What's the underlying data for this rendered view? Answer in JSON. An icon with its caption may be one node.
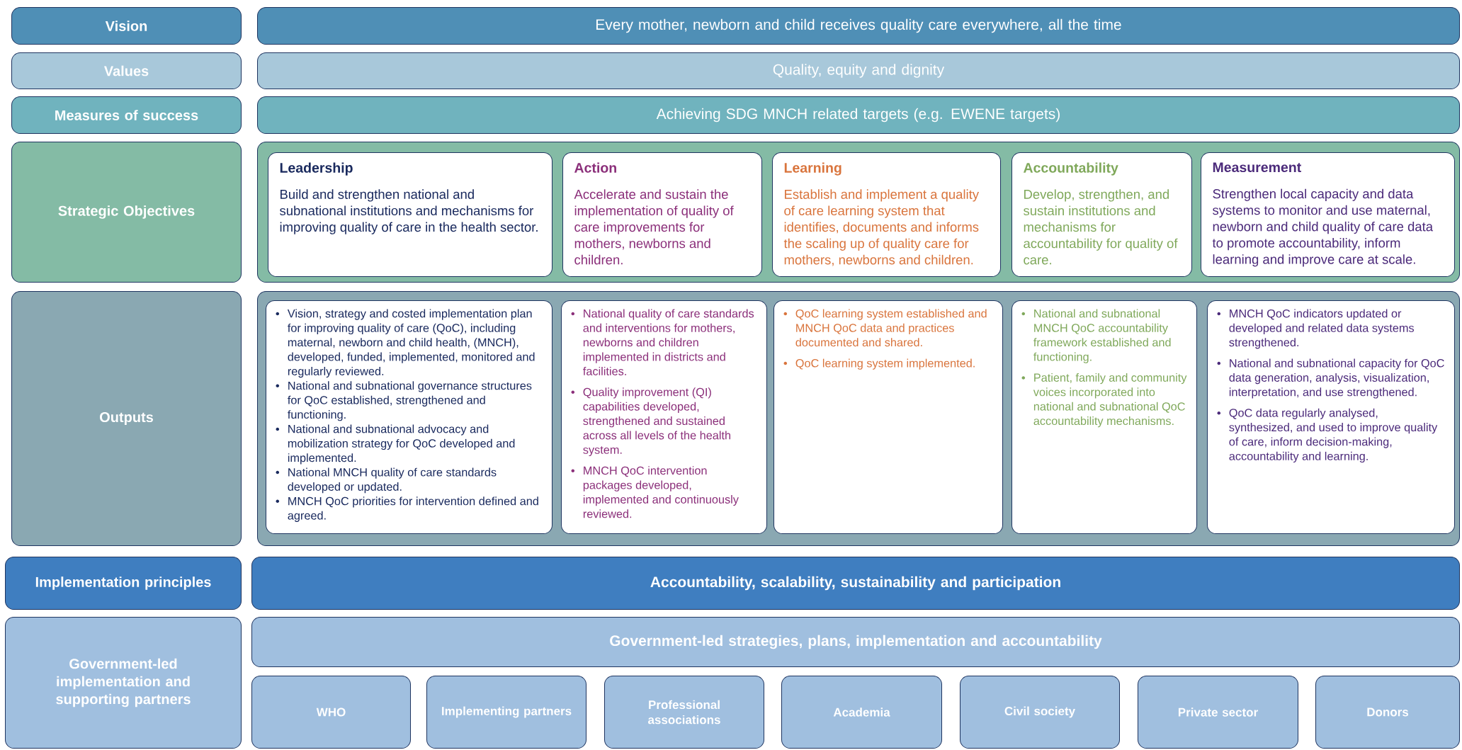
{
  "diagram": {
    "nodes": [
      {
        "text": [
          "Vision"
        ]
      },
      {
        "text": [
          "Every mother, newborn and child receives quality care everywhere, all the time"
        ]
      },
      {
        "text": [
          "Values"
        ]
      },
      {
        "text": [
          "Quality, equity and dignity"
        ]
      },
      {
        "text": [
          "Measures of success"
        ]
      },
      {
        "text": [
          "Achieving SDG MNCH related targets (e.g. EWENE targets)"
        ]
      },
      {
        "text": [
          "Strategic Objectives"
        ]
      },
      {
        "text": [],
        "shape": "box"
      },
      {
        "text": [
          "Leadership",
          "Build and strengthen national and subnational institutions and mechanisms for improving quality of care in the health sector."
        ],
        "in": 7
      },
      {
        "text": [
          "Action",
          "Accelerate and sustain the implementation of quality of care improvements for mothers, newborns and children."
        ],
        "in": 7
      },
      {
        "text": [
          "Learning",
          "Establish and implement a quality of care learning system that identifies, documents and informs the scaling up of quality care for mothers, newborns and children."
        ],
        "in": 7
      },
      {
        "text": [
          "Accountability",
          "Develop, strengthen, and sustain institutions and mechanisms for accountability for quality of care."
        ],
        "in": 7
      },
      {
        "text": [
          "Measurement",
          "Strengthen local capacity and data systems to monitor and use maternal, newborn and child quality of care data to promote accountability, inform learning and improve care at scale."
        ],
        "in": 7
      },
      {
        "text": [
          "Outputs"
        ]
      },
      {
        "text": [],
        "shape": "box"
      },
      {
        "text": [
          "Vision, strategy and costed implementation plan for improving quality of care (QoC), including maternal, newborn and child health, (MNCH), developed, funded, implemented, monitored and regularly reviewed.",
          "National and subnational governance structures for QoC established, strengthened and functioning.",
          "National and subnational advocacy and mobilization strategy for QoC developed and implemented.",
          "National MNCH quality of care standards developed or updated.",
          "MNCH QoC priorities for intervention defined and agreed."
        ],
        "in": 14
      },
      {
        "text": [
          "National quality of care standards and interventions for mothers, newborns and children implemented in districts and facilities.",
          "Quality improvement (QI) capabilities developed, strengthened and sustained across all levels of the health system.",
          "MNCH QoC intervention packages developed, implemented and continuously reviewed."
        ],
        "in": 14
      },
      {
        "text": [
          "QoC learning system established and MNCH QoC data and practices documented and shared.",
          "QoC learning system implemented."
        ],
        "in": 14
      },
      {
        "text": [
          "National and subnational MNCH QoC accountability framework established and functioning.",
          "Patient, family and community voices incorporated into national and subnational QoC accountability mechanisms."
        ],
        "in": 14
      },
      {
        "text": [
          "MNCH QoC indicators updated or developed and related data systems strengthened.",
          "National and subnational capacity for QoC data generation, analysis, visualization, interpretation, and use strengthened.",
          "QoC data regularly analysed, synthesized, and used to improve quality of care, inform decision-making, accountability and learning."
        ],
        "in": 14
      },
      {
        "text": [
          "Implementation principles"
        ]
      },
      {
        "text": [
          "Accountability, scalability, sustainability and participation"
        ]
      },
      {
        "text": [
          "Government-led implementation and supporting partners"
        ]
      },
      {
        "text": [
          "Government-led strategies, plans, implementation and accountability"
        ]
      },
      {
        "text": [
          "WHO"
        ]
      },
      {
        "text": [
          "Implementing partners"
        ]
      },
      {
        "text": [
          "Professional associations"
        ]
      },
      {
        "text": [
          "Academia"
        ]
      },
      {
        "text": [
          "Civil society"
        ]
      },
      {
        "text": [
          "Private sector"
        ]
      },
      {
        "text": [
          "Donors"
        ]
      }
    ]
  }
}
